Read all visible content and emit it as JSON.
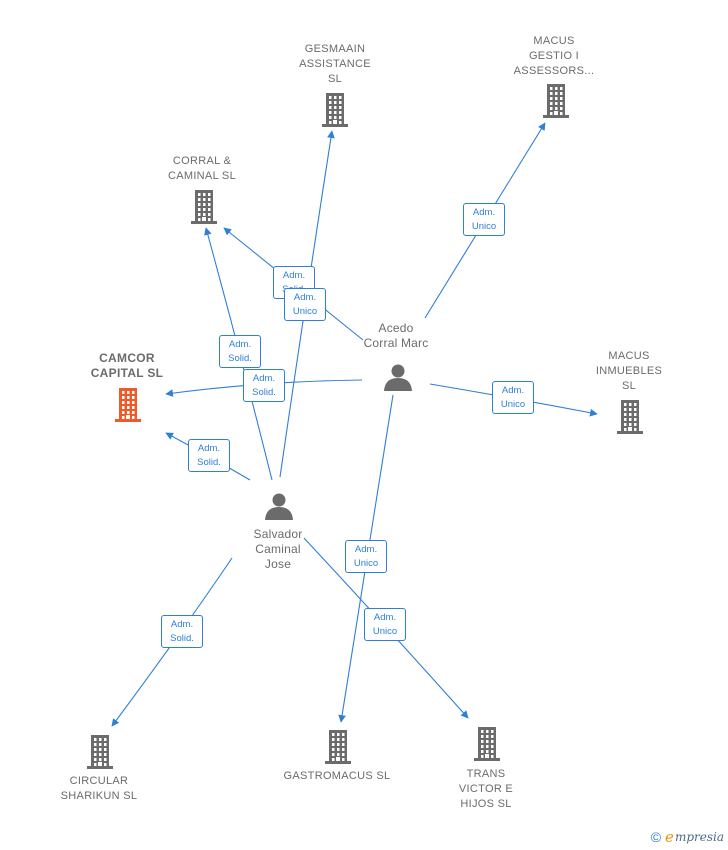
{
  "nodes": [
    {
      "id": "gesmaain",
      "kind": "company",
      "label": "GESMAAIN\nASSISTANCE\nSL",
      "highlight": false
    },
    {
      "id": "macus_gestio",
      "kind": "company",
      "label": "MACUS\nGESTIO I\nASSESSORS...",
      "highlight": false
    },
    {
      "id": "corral_caminal",
      "kind": "company",
      "label": "CORRAL &\nCAMINAL  SL",
      "highlight": false
    },
    {
      "id": "camcor",
      "kind": "company",
      "label": "CAMCOR\nCAPITAL  SL",
      "highlight": true
    },
    {
      "id": "macus_inmuebles",
      "kind": "company",
      "label": "MACUS\nINMUEBLES\nSL",
      "highlight": false
    },
    {
      "id": "acedo",
      "kind": "person",
      "label": "Acedo\nCorral Marc",
      "highlight": false
    },
    {
      "id": "salvador",
      "kind": "person",
      "label": "Salvador\nCaminal\nJose",
      "highlight": false
    },
    {
      "id": "circular",
      "kind": "company",
      "label": "CIRCULAR\nSHARIKUN  SL",
      "highlight": false
    },
    {
      "id": "gastromacus",
      "kind": "company",
      "label": "GASTROMACUS SL",
      "highlight": false
    },
    {
      "id": "trans",
      "kind": "company",
      "label": "TRANS\nVICTOR E\nHIJOS  SL",
      "highlight": false
    }
  ],
  "edges": [
    {
      "from": "acedo",
      "to": "macus_gestio",
      "label": "Adm.\nUnico"
    },
    {
      "from": "acedo",
      "to": "corral_caminal",
      "label": "Adm.\nSolid."
    },
    {
      "from": "acedo",
      "to": "camcor",
      "label": "Adm.\nSolid."
    },
    {
      "from": "acedo",
      "to": "macus_inmuebles",
      "label": "Adm.\nUnico"
    },
    {
      "from": "acedo",
      "to": "gastromacus",
      "label": "Adm.\nUnico"
    },
    {
      "from": "salvador",
      "to": "gesmaain",
      "label": "Adm.\nUnico"
    },
    {
      "from": "salvador",
      "to": "corral_caminal",
      "label": "Adm.\nSolid."
    },
    {
      "from": "salvador",
      "to": "camcor",
      "label": "Adm.\nSolid."
    },
    {
      "from": "salvador",
      "to": "circular",
      "label": "Adm.\nSolid."
    },
    {
      "from": "salvador",
      "to": "trans",
      "label": "Adm.\nUnico"
    }
  ],
  "colors": {
    "edge": "#2f7fd6",
    "node": "#6b6b6b",
    "highlight": "#f05a28",
    "brand_e": "#f39200"
  },
  "footer": {
    "copyright": "©",
    "brand_first": "e",
    "brand_rest": "mpresia"
  }
}
